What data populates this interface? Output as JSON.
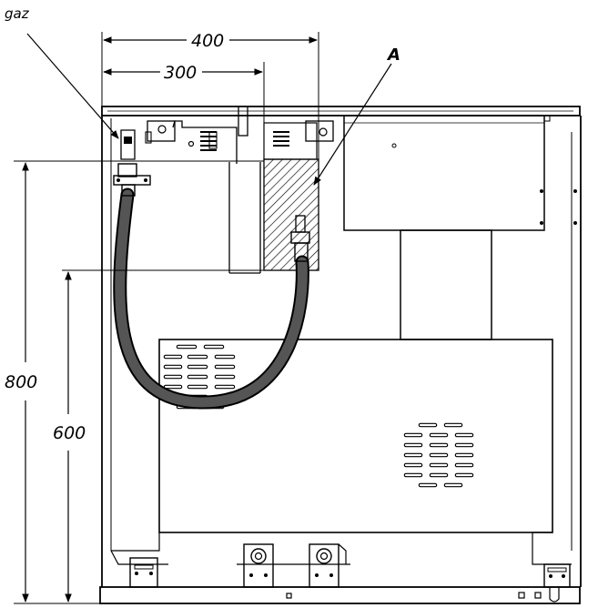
{
  "labels": {
    "gas": "gaz",
    "dim_400": "400",
    "dim_300": "300",
    "marker_a": "A",
    "dim_800": "800",
    "dim_600": "600"
  },
  "colors": {
    "line": "#000000",
    "hose": "#555555",
    "background": "#ffffff"
  }
}
